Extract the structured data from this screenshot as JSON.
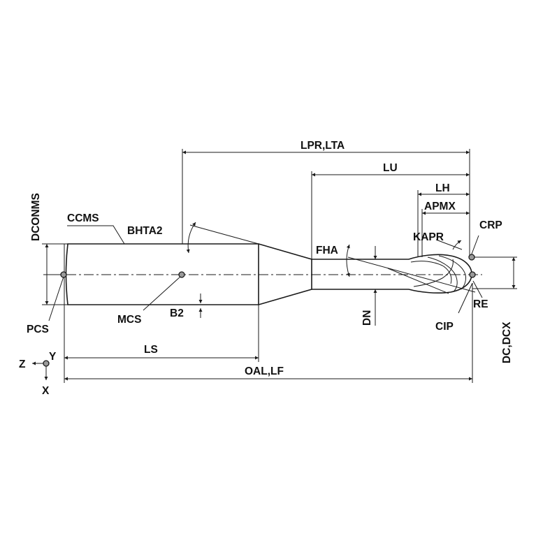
{
  "labels": {
    "lpr_lta": "LPR,LTA",
    "lu": "LU",
    "lh": "LH",
    "apmx": "APMX",
    "kapr": "KAPR",
    "crp": "CRP",
    "dconms": "DCONMS",
    "ccms": "CCMS",
    "bhta2": "BHTA2",
    "fha": "FHA",
    "pcs": "PCS",
    "mcs": "MCS",
    "b2": "B2",
    "dn": "DN",
    "re": "RE",
    "cip": "CIP",
    "dc_dcx": "DC,DCX",
    "ls": "LS",
    "oal_lf": "OAL,LF",
    "axis_z": "Z",
    "axis_y": "Y",
    "axis_x": "X"
  },
  "colors": {
    "line": "#1a1a1a",
    "point_fill": "#9a9a9a",
    "background": "#ffffff"
  }
}
